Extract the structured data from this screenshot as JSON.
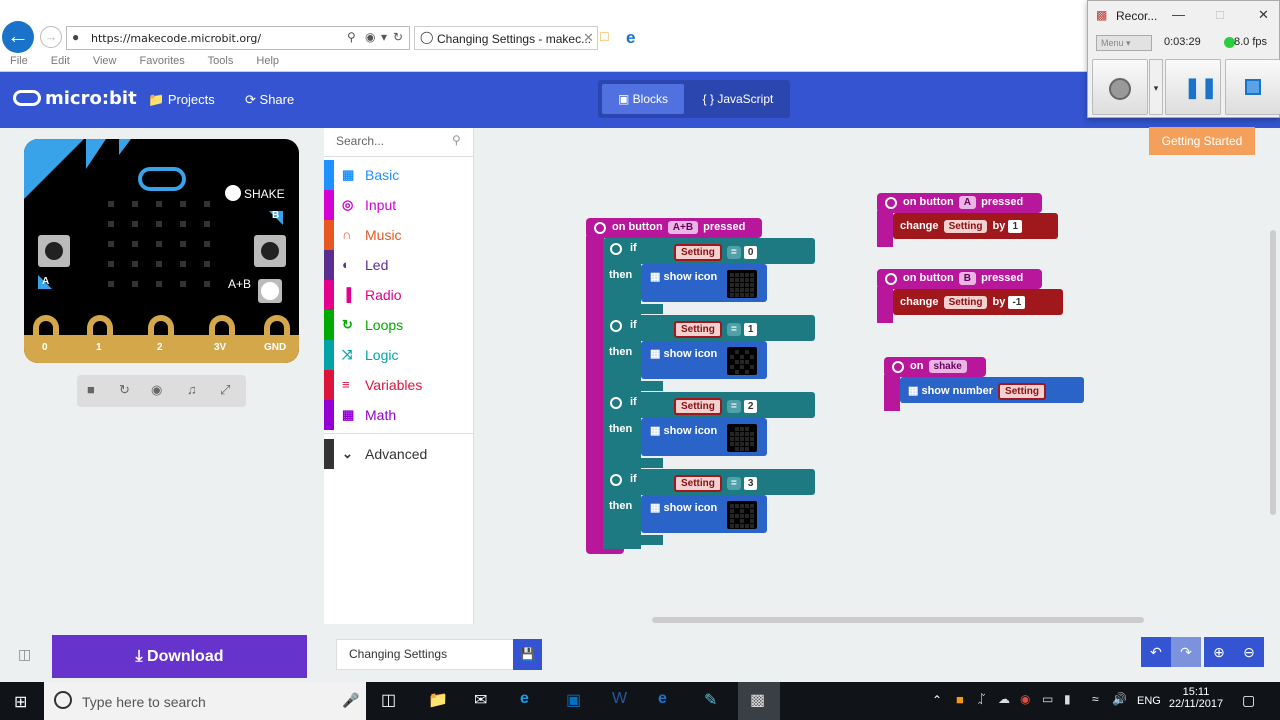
{
  "browser": {
    "url": "https://makecode.microbit.org/",
    "tab_title": "Changing Settings - makec...",
    "menu": [
      "File",
      "Edit",
      "View",
      "Favorites",
      "Tools",
      "Help"
    ]
  },
  "header": {
    "logo": "micro:bit",
    "projects": "Projects",
    "share": "Share",
    "blocks": "Blocks",
    "javascript": "{ } JavaScript",
    "getting_started": "Getting Started"
  },
  "recorder": {
    "title": "Recor...",
    "menu": "Menu",
    "time": "0:03:29",
    "fps": "8.0 fps"
  },
  "simulator": {
    "shake": "SHAKE",
    "ab": "A+B",
    "pins": [
      "0",
      "1",
      "2",
      "3V",
      "GND"
    ],
    "btn_a": "A",
    "btn_b": "B"
  },
  "toolbox": {
    "search_placeholder": "Search...",
    "categories": [
      {
        "label": "Basic",
        "color": "#1e90ff",
        "icon": "grid-icon"
      },
      {
        "label": "Input",
        "color": "#d400d4",
        "icon": "target-icon"
      },
      {
        "label": "Music",
        "color": "#e65722",
        "icon": "headphones-icon"
      },
      {
        "label": "Led",
        "color": "#5c2d91",
        "icon": "toggle-icon"
      },
      {
        "label": "Radio",
        "color": "#e3008c",
        "icon": "signal-icon"
      },
      {
        "label": "Loops",
        "color": "#00aa00",
        "icon": "refresh-icon"
      },
      {
        "label": "Logic",
        "color": "#00a4a6",
        "icon": "shuffle-icon"
      },
      {
        "label": "Variables",
        "color": "#dc143c",
        "icon": "list-icon"
      },
      {
        "label": "Math",
        "color": "#9400d3",
        "icon": "calculator-icon"
      }
    ],
    "advanced": "Advanced"
  },
  "blocks": {
    "main": {
      "on": "on button",
      "button": "A+B",
      "pressed": "pressed",
      "if": "if",
      "then": "then",
      "show_icon": "show icon",
      "setting": "Setting",
      "eq": "=",
      "values": [
        "0",
        "1",
        "2",
        "3"
      ]
    },
    "a": {
      "on": "on button",
      "button": "A",
      "pressed": "pressed",
      "change": "change",
      "setting": "Setting",
      "by": "by",
      "value": "1"
    },
    "b": {
      "on": "on button",
      "button": "B",
      "pressed": "pressed",
      "change": "change",
      "setting": "Setting",
      "by": "by",
      "value": "-1"
    },
    "shake": {
      "on": "on",
      "event": "shake",
      "show_number": "show number",
      "setting": "Setting"
    }
  },
  "bottom": {
    "download": "Download",
    "project_name": "Changing Settings"
  },
  "taskbar": {
    "search": "Type here to search",
    "time": "15:11",
    "date": "22/11/2017",
    "lang": "ENG"
  }
}
